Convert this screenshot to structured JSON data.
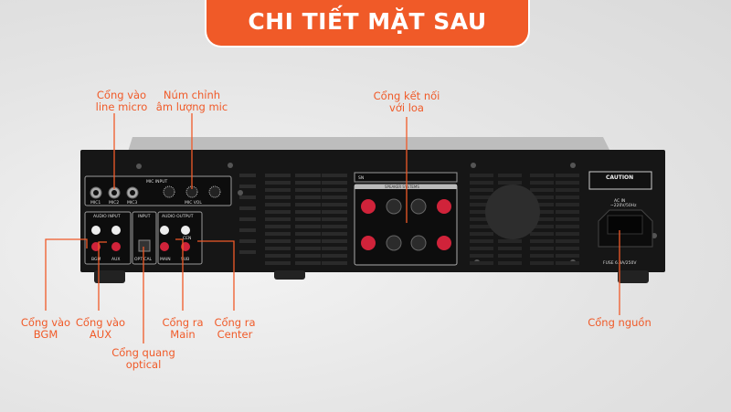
{
  "header": {
    "title": "CHI TIẾT MẶT SAU"
  },
  "callouts": [
    {
      "id": "line-micro",
      "line1": "Cổng vào",
      "line2": "line micro"
    },
    {
      "id": "mic-volume",
      "line1": "Núm chỉnh",
      "line2": "âm lượng mic"
    },
    {
      "id": "speaker",
      "line1": "Cổng kết nối",
      "line2": "với loa"
    },
    {
      "id": "bgm",
      "line1": "Cổng vào",
      "line2": "BGM"
    },
    {
      "id": "aux",
      "line1": "Cổng vào",
      "line2": "AUX"
    },
    {
      "id": "optical",
      "line1": "Cổng quang",
      "line2": "optical"
    },
    {
      "id": "main",
      "line1": "Cổng ra",
      "line2": "Main"
    },
    {
      "id": "center",
      "line1": "Cổng ra",
      "line2": "Center"
    },
    {
      "id": "power",
      "line1": "Cổng nguồn",
      "line2": ""
    }
  ],
  "device": {
    "mic_input": "MIC INPUT",
    "mic1": "MIC1",
    "mic2": "MIC2",
    "mic3": "MIC3",
    "mic_vol": "MIC VOL",
    "audio_input": "AUDIO INPUT",
    "input": "INPUT",
    "audio_output": "AUDIO OUTPUT",
    "bgm": "BGM",
    "aux": "AUX",
    "optical": "OPTICAL",
    "main": "MAIN",
    "sub": "SUB",
    "cen": "CEN",
    "sn": "SN",
    "speaker_systems": "SPEAKER SYSTEMS",
    "caution": "CAUTION",
    "ac_in": "AC IN",
    "ac_rating": "~220V/50Hz",
    "fuse": "FUSE 6.3A/250V"
  },
  "colors": {
    "accent": "#f05a28",
    "device": "#1a1a1a"
  }
}
